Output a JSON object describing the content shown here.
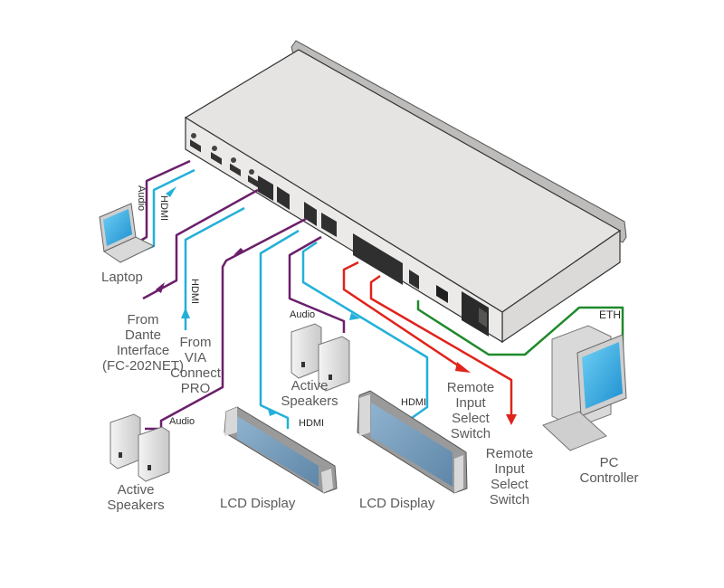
{
  "diagram": {
    "title": "Setup connection diagram",
    "colors": {
      "audio": "#6b1f6b",
      "hdmi": "#22b0d8",
      "remote": "#e0231b",
      "ethernet": "#1e8a2a",
      "device": "#e4e2e0",
      "label": "#5a5a5a"
    },
    "devices": {
      "laptop": "Laptop",
      "dante": [
        "From",
        "Dante",
        "Interface",
        "(FC-202NET)"
      ],
      "via": [
        "From",
        "VIA",
        "Connect",
        "PRO"
      ],
      "speakers_left": [
        "Active",
        "Speakers"
      ],
      "speakers_mid": [
        "Active",
        "Speakers"
      ],
      "lcd_left": "LCD Display",
      "lcd_right": "LCD Display",
      "remote1": [
        "Remote",
        "Input",
        "Select",
        "Switch"
      ],
      "remote2": [
        "Remote",
        "Input",
        "Select",
        "Switch"
      ],
      "pc": [
        "PC",
        "Controller"
      ]
    },
    "cable_labels": {
      "laptop_audio": "Audio",
      "laptop_hdmi": "HDMI",
      "via_hdmi": "HDMI",
      "speakers_mid_audio": "Audio",
      "speakers_left_audio": "Audio",
      "lcd_left_hdmi": "HDMI",
      "lcd_right_hdmi": "HDMI",
      "eth": "ETH"
    }
  }
}
